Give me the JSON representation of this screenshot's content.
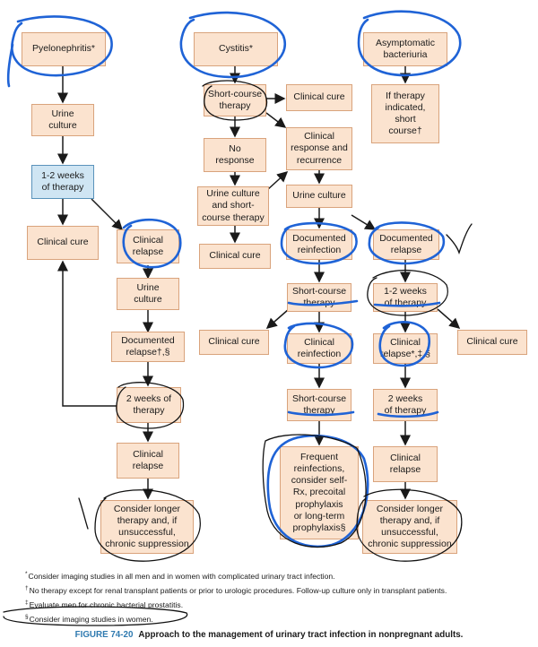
{
  "diagram": {
    "nodes": {
      "pyelonephritis": "Pyelonephritis*",
      "cystitis": "Cystitis*",
      "asymptomatic": "Asymptomatic\nbacteriuria",
      "urine_culture_1": "Urine\nculture",
      "weeks_1_2_a": "1-2 weeks\nof therapy",
      "clinical_cure_a": "Clinical cure",
      "clinical_relapse_a": "Clinical\nrelapse",
      "urine_culture_2": "Urine\nculture",
      "documented_relapse_a": "Documented\nrelapse†,§",
      "weeks_2_a": "2 weeks of\ntherapy",
      "clinical_relapse_b": "Clinical\nrelapse",
      "consider_longer_a": "Consider longer\ntherapy and, if\nunsuccessful,\nchronic suppression",
      "short_course_1": "Short-course\ntherapy",
      "clinical_cure_b": "Clinical cure",
      "no_response": "No\nresponse",
      "clinical_resp_recur": "Clinical\nresponse and\nrecurrence",
      "urine_culture_short": "Urine culture\nand short-\ncourse therapy",
      "urine_culture_3": "Urine culture",
      "clinical_cure_c": "Clinical cure",
      "documented_reinfection": "Documented\nreinfection",
      "documented_relapse_b": "Documented\nrelapse",
      "short_course_2": "Short-course\ntherapy",
      "weeks_1_2_b": "1-2 weeks\nof therapy",
      "clinical_cure_d": "Clinical cure",
      "clinical_reinfection": "Clinical\nreinfection",
      "clinical_relapse_c": "Clinical\nrelapse*,‡,§",
      "clinical_cure_e": "Clinical cure",
      "short_course_3": "Short-course\ntherapy",
      "weeks_2_b": "2 weeks\nof therapy",
      "frequent_reinfections": "Frequent\nreinfections,\nconsider self-\nRx, precoital\nprophylaxis\nor long-term\nprophylaxis§",
      "clinical_relapse_d": "Clinical\nrelapse",
      "consider_longer_b": "Consider longer\ntherapy and, if\nunsuccessful,\nchronic suppression",
      "if_therapy": "If therapy\nindicated,\nshort\ncourse†"
    },
    "colors": {
      "box_fill": "#fbe3cf",
      "box_border": "#d9a37c",
      "highlight_fill": "#cfe5f3",
      "arrow": "#1a1a1a",
      "ink_blue": "#1f63d6",
      "ink_black": "#111111"
    }
  },
  "footnotes": [
    {
      "symbol": "*",
      "text": "Consider imaging studies in all men and in women with complicated urinary tract infection."
    },
    {
      "symbol": "†",
      "text": "No therapy except for renal transplant patients or prior to urologic procedures. Follow-up culture only in transplant patients."
    },
    {
      "symbol": "‡",
      "text": "Evaluate men for chronic bacterial prostatitis."
    },
    {
      "symbol": "§",
      "text": "Consider imaging studies in women."
    }
  ],
  "caption": {
    "number": "FIGURE 74-20",
    "text": "Approach to the management of urinary tract infection in nonpregnant adults."
  }
}
